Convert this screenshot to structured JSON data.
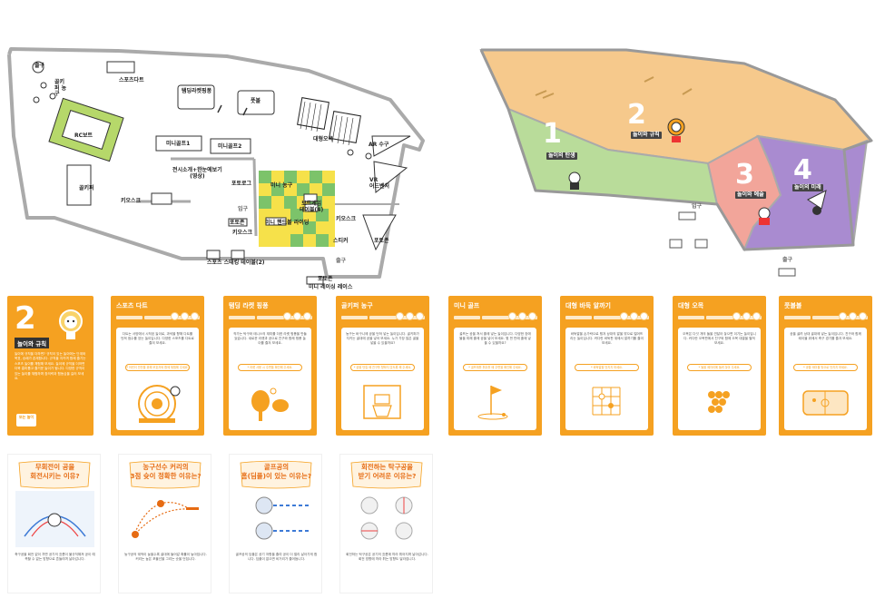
{
  "floor_left": {
    "labels": {
      "exit_top": "출구",
      "games": "골키퍼 농구",
      "sports_dart": "스포츠다트",
      "table_ping": "탬딩라켓핑퐁",
      "football": "풋볼",
      "rc_boat": "RC보트",
      "mini_golf_1": "미니골프1",
      "mini_golf_2": "미니골프2",
      "big_omok": "대형오목",
      "ar_soccer": "AR 수구",
      "exhibit": "전시소개+한눈에보기\n(영상)",
      "sports_logo": "포토로그",
      "big_baduk": "미니 농구",
      "vr": "VR\n어드벤처",
      "goal_jump": "골키퍼",
      "main_story": "보드게임\n테이블(4)",
      "kiosk": "키오스크",
      "sticker": "스티커",
      "photo_zone": "포토존",
      "entrance": "입구",
      "exit": "출구",
      "sports_table": "스포츠 스태킹 테이블(2)",
      "kiosk2": "키오스크",
      "photo_zone_bottom": "포토존",
      "mini_racing": "미니 레이싱 레이스",
      "tip_exit": "미니 핸드볼 라이딩"
    }
  },
  "floor_right": {
    "zones": [
      {
        "num": "1",
        "name": "놀이의 탄생"
      },
      {
        "num": "2",
        "name": "놀이와 규칙"
      },
      {
        "num": "3",
        "name": "놀이와 예술"
      },
      {
        "num": "4",
        "name": "놀이의 미래"
      }
    ],
    "entrance": "입구",
    "exit": "출구",
    "colors": {
      "zone1": "#b9dc9a",
      "zone2": "#f6c98c",
      "zone3": "#f2a59a",
      "zone4": "#a98bd0"
    }
  },
  "zone2_card": {
    "num": "2",
    "name": "놀이와 규칙",
    "text": "놀이에 규칙을 더하면? 규칙이 있는 놀이에는 단계와 목표, 승패가 존재합니다. 규칙을 지키며 함께 즐기는 스포츠 놀이를 체험해 보세요. 놀이에 규칙을 더하면 더욱 흥미롭고 즐거운 놀이가 됩니다. 다양한 규칙이 있는 놀이를 체험하며 창의력과 협동심을 길러 보세요.",
    "logo": "또는 놀이"
  },
  "cards": [
    {
      "title": "스포츠 다트",
      "desc": "다트는 서양에서 시작된 놀이로, 과녁을 향해 다트를 던져 점수를 얻는 놀이입니다. 다양한 스포츠를 다트로 즐겨 보세요.",
      "note": "* 어린이 안전을 위해 보호자와 함께 체험해 주세요."
    },
    {
      "title": "탬딩 라켓 핑퐁",
      "desc": "작가는 탁구와 테니스의 재미를 더한 라켓 핑퐁을 만들었습니다. 새로운 라켓과 공으로 친구와 함께 핑퐁 놀이를 즐겨 보세요.",
      "note": "* 라켓 사용 시 주변을 확인해 주세요."
    },
    {
      "title": "골키퍼 농구",
      "desc": "농구는 바구니에 공을 던져 넣는 놀이입니다. 골키퍼가 지키는 골대에 공을 넣어 보세요. 누가 가장 많은 골을 넣을 수 있을까요?",
      "note": "* 공을 던질 때 친구를 향하지 않도록 해 주세요."
    },
    {
      "title": "미니 골프",
      "desc": "골프는 공을 쳐서 홀에 넣는 놀이입니다. 다양한 장애물을 피해 홀에 공을 넣어 보세요. 몇 번 만에 홀에 넣을 수 있을까요?",
      "note": "* 골프채를 휘두를 때 주변을 확인해 주세요."
    },
    {
      "title": "대형 바둑 알까기",
      "desc": "바둑알을 손가락으로 튕겨 상대의 알을 밖으로 떨어뜨리는 놀이입니다. 커다란 바둑판 위에서 알까기를 즐겨 보세요.",
      "note": "* 바둑알을 던지지 마세요."
    },
    {
      "title": "대형 오목",
      "desc": "오목은 다섯 개의 돌을 연달아 놓으면 이기는 놀이입니다. 커다란 오목판에서 친구와 함께 오목 대결을 펼쳐 보세요.",
      "note": "* 돌을 제자리에 돌려 놓아 주세요."
    },
    {
      "title": "풋볼볼",
      "desc": "공을 굴려 상대 골대에 넣는 놀이입니다. 친구와 함께 테이블 위에서 축구 경기를 즐겨 보세요.",
      "note": "* 공을 테이블 밖으로 던지지 마세요."
    }
  ],
  "posters": [
    {
      "title": "무회전이 공을\n회전시키는 이유?",
      "text": "축구공을 회전 없이 차면 공기의 흐름이 불규칙해져 공이 예측할 수 없는 방향으로 흔들리며 날아갑니다."
    },
    {
      "title": "농구선수 커리의\n3점 슛이 정확한 이유는?",
      "text": "농구공의 궤적이 높을수록 골대에 들어갈 확률이 높아집니다. 커리는 높은 포물선을 그리는 슛을 던집니다."
    },
    {
      "title": "골프공의\n홈(딤플)이 있는 이유는?",
      "text": "골프공의 딤플은 공기 저항을 줄여 공이 더 멀리 날아가게 합니다. 딤플이 없으면 비거리가 줄어듭니다."
    },
    {
      "title": "회전하는 탁구공을\n받기 어려운 이유는?",
      "text": "회전하는 탁구공은 공기의 흐름에 따라 휘어지며 날아갑니다. 회전 방향에 따라 튀는 방향도 달라집니다."
    }
  ]
}
